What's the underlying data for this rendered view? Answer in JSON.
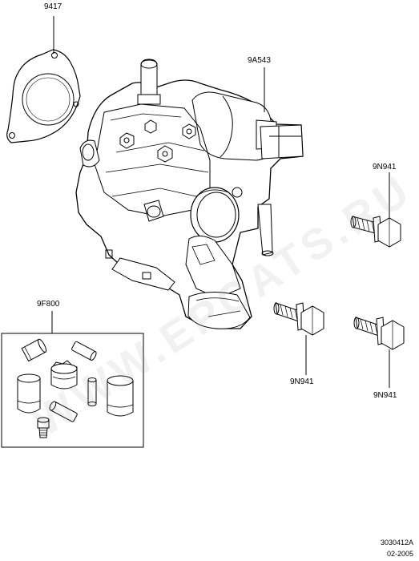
{
  "labels": {
    "gasket": "9417",
    "pump": "9A543",
    "bolt_top": "9N941",
    "bolt_mid": "9N941",
    "bolt_right": "9N941",
    "kit": "9F800"
  },
  "watermark": "WWW.EPCATS.RU",
  "footer": {
    "code": "3030412A",
    "date": "02-2005"
  }
}
